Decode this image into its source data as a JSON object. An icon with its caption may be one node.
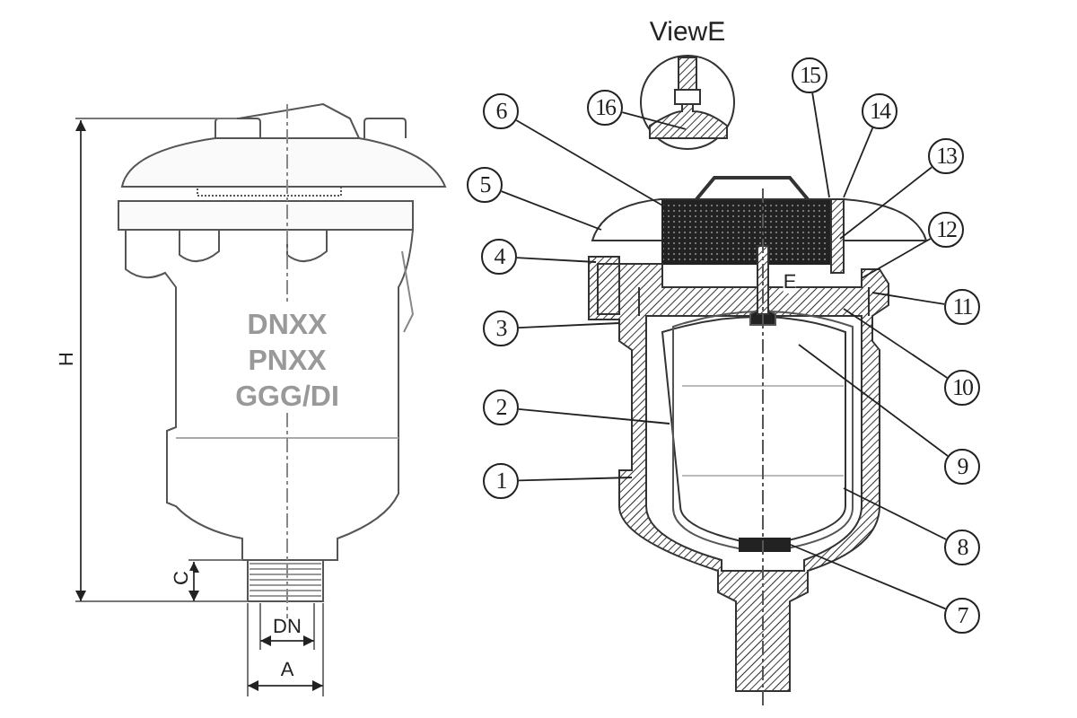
{
  "diagram": {
    "nodes": [
      {
        "text": [
          "1"
        ]
      },
      {
        "text": [
          "2"
        ]
      },
      {
        "text": [
          "3"
        ]
      },
      {
        "text": [
          "4"
        ]
      },
      {
        "text": [
          "5"
        ]
      },
      {
        "text": [
          "6"
        ]
      },
      {
        "text": [
          "7"
        ]
      },
      {
        "text": [
          "8"
        ]
      },
      {
        "text": [
          "9"
        ]
      },
      {
        "text": [
          "10"
        ]
      },
      {
        "text": [
          "11"
        ]
      },
      {
        "text": [
          "12"
        ]
      },
      {
        "text": [
          "13"
        ]
      },
      {
        "text": [
          "14"
        ]
      },
      {
        "text": [
          "15"
        ]
      },
      {
        "text": [
          "16"
        ]
      }
    ],
    "edges": [
      {
        "from": 0,
        "to": null,
        "arrow": "none"
      },
      {
        "from": 1,
        "to": null,
        "arrow": "none"
      },
      {
        "from": 2,
        "to": null,
        "arrow": "none"
      },
      {
        "from": 3,
        "to": null,
        "arrow": "none"
      },
      {
        "from": 4,
        "to": null,
        "arrow": "none"
      },
      {
        "from": 5,
        "to": null,
        "arrow": "none"
      },
      {
        "from": 6,
        "to": null,
        "arrow": "none"
      },
      {
        "from": 7,
        "to": null,
        "arrow": "none"
      },
      {
        "from": 8,
        "to": null,
        "arrow": "none"
      },
      {
        "from": 9,
        "to": null,
        "arrow": "none"
      },
      {
        "from": 10,
        "to": null,
        "arrow": "none"
      },
      {
        "from": 11,
        "to": null,
        "arrow": "none"
      },
      {
        "from": 12,
        "to": null,
        "arrow": "none"
      },
      {
        "from": 13,
        "to": null,
        "arrow": "none"
      },
      {
        "from": 14,
        "to": null,
        "arrow": "none"
      },
      {
        "from": 15,
        "to": null,
        "arrow": "none"
      }
    ],
    "labels": [
      "ViewE",
      "DNXX",
      "PNXX",
      "GGG/DI",
      "H",
      "C",
      "DN",
      "A",
      "E"
    ]
  }
}
